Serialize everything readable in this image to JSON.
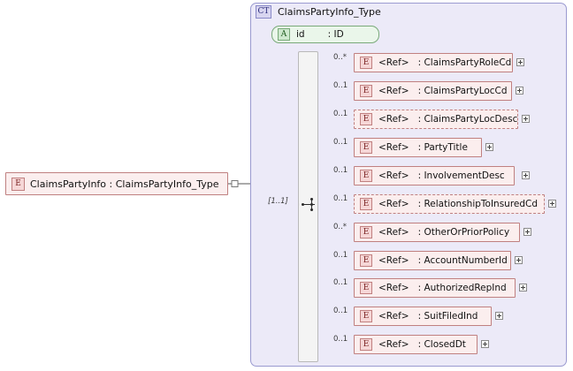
{
  "diagram": {
    "type": "xsd-schema-diagram",
    "root_element": {
      "icon": "element-badge",
      "badge": "E",
      "label": "ClaimsPartyInfo  :  ClaimsPartyInfo_Type",
      "occurs": "[1..1]"
    },
    "complex_type": {
      "badge": "CT",
      "title": "ClaimsPartyInfo_Type"
    },
    "attribute": {
      "badge": "A",
      "name": "id",
      "type": ": ID"
    },
    "compositor": {
      "kind": "sequence",
      "occurs": "[1..1]"
    },
    "children": [
      {
        "badge": "E",
        "reftag": "<Ref>",
        "name": ": ClaimsPartyRoleCd",
        "occurs": "0..*",
        "dashed": false,
        "expandable": true
      },
      {
        "badge": "E",
        "reftag": "<Ref>",
        "name": ": ClaimsPartyLocCd",
        "occurs": "0..1",
        "dashed": false,
        "expandable": true
      },
      {
        "badge": "E",
        "reftag": "<Ref>",
        "name": ": ClaimsPartyLocDesc",
        "occurs": "0..1",
        "dashed": true,
        "expandable": true
      },
      {
        "badge": "E",
        "reftag": "<Ref>",
        "name": ": PartyTitle",
        "occurs": "0..1",
        "dashed": false,
        "expandable": true
      },
      {
        "badge": "E",
        "reftag": "<Ref>",
        "name": ": InvolvementDesc",
        "occurs": "0..1",
        "dashed": false,
        "expandable": true
      },
      {
        "badge": "E",
        "reftag": "<Ref>",
        "name": ": RelationshipToInsuredCd",
        "occurs": "0..1",
        "dashed": true,
        "expandable": true
      },
      {
        "badge": "E",
        "reftag": "<Ref>",
        "name": ": OtherOrPriorPolicy",
        "occurs": "0..*",
        "dashed": false,
        "expandable": true
      },
      {
        "badge": "E",
        "reftag": "<Ref>",
        "name": ": AccountNumberId",
        "occurs": "0..1",
        "dashed": false,
        "expandable": true
      },
      {
        "badge": "E",
        "reftag": "<Ref>",
        "name": ": AuthorizedRepInd",
        "occurs": "0..1",
        "dashed": false,
        "expandable": true
      },
      {
        "badge": "E",
        "reftag": "<Ref>",
        "name": ": SuitFiledInd",
        "occurs": "0..1",
        "dashed": false,
        "expandable": true
      },
      {
        "badge": "E",
        "reftag": "<Ref>",
        "name": ": ClosedDt",
        "occurs": "0..1",
        "dashed": false,
        "expandable": true
      }
    ]
  }
}
